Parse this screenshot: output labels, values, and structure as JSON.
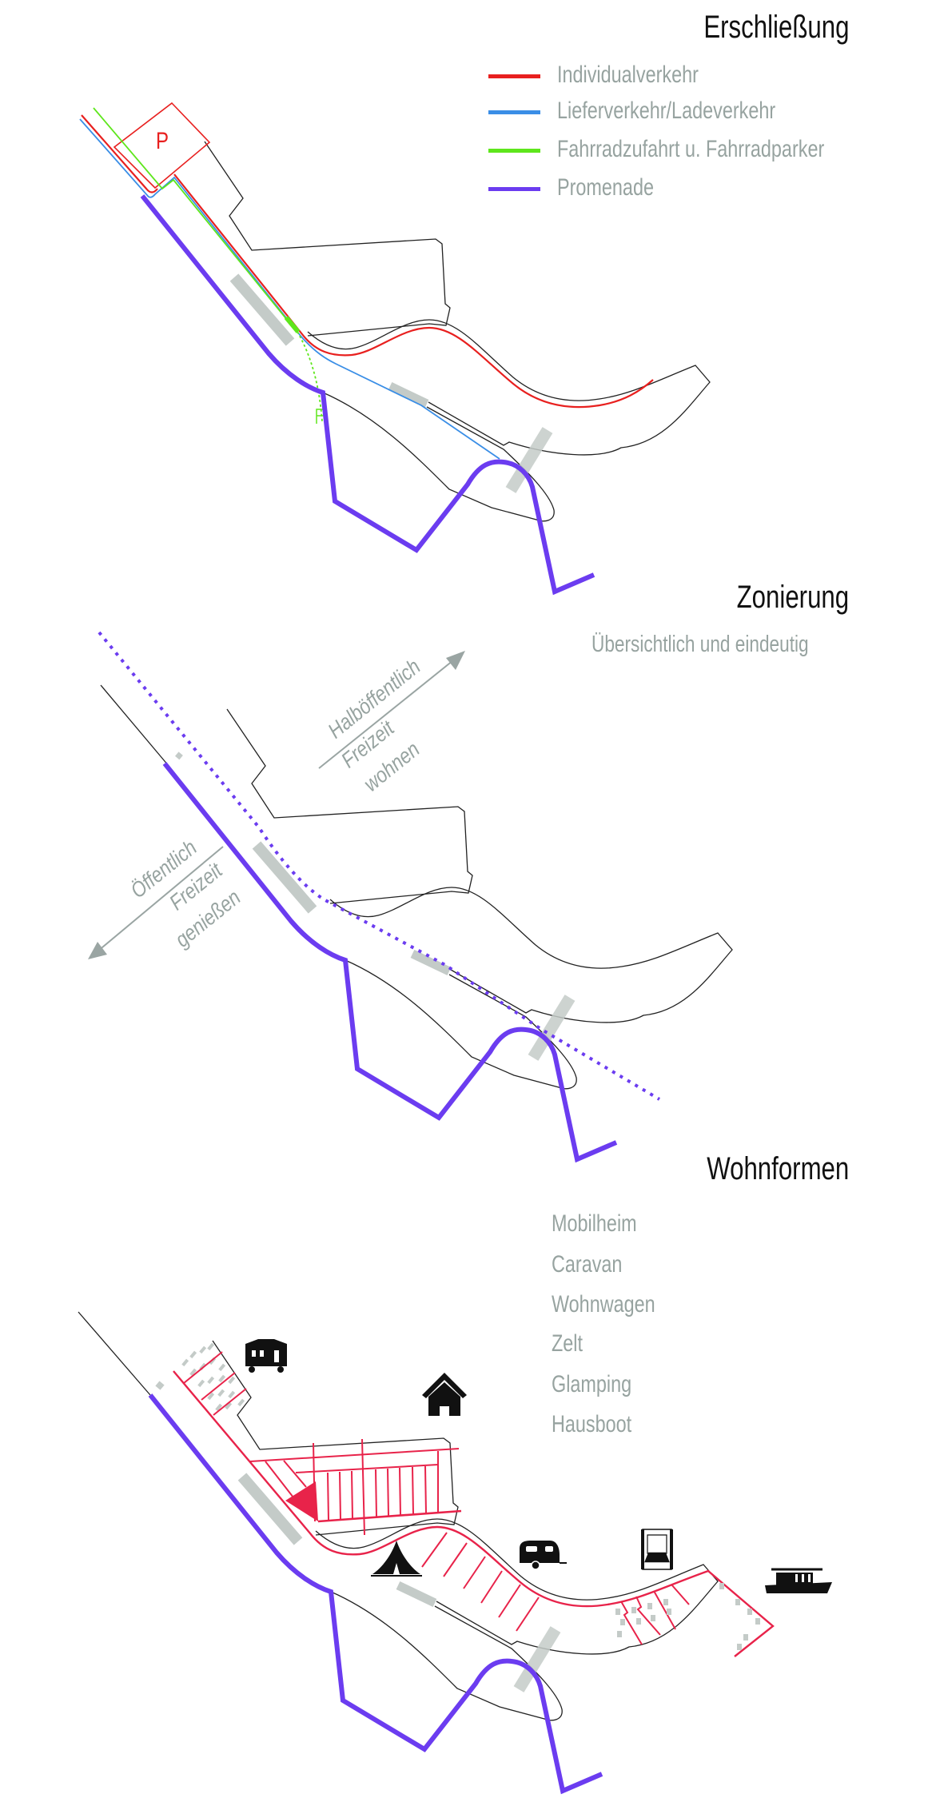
{
  "sections": {
    "erschliessung": {
      "title": "Erschließung",
      "legend": [
        {
          "label": "Individualverkehr",
          "color": "#e8201f"
        },
        {
          "label": "Lieferverkehr/Ladeverkehr",
          "color": "#3a8ee6"
        },
        {
          "label": "Fahrradzufahrt u. Fahrradparker",
          "color": "#5ee61c"
        },
        {
          "label": "Promenade",
          "color": "#6b3cf0"
        }
      ],
      "parking_label": "P"
    },
    "zonierung": {
      "title": "Zonierung",
      "subtitle": "Übersichtlich und eindeutig",
      "semi_public": {
        "line1": "Halböffentlich",
        "line2": "Freizeit",
        "line3": "wohnen"
      },
      "public": {
        "line1": "Öffentlich",
        "line2": "Freizeit",
        "line3": "genießen"
      }
    },
    "wohnformen": {
      "title": "Wohnformen",
      "items": [
        "Mobilheim",
        "Caravan",
        "Wohnwagen",
        "Zelt",
        "Glamping",
        "Hausboot"
      ]
    }
  },
  "colors": {
    "road": "#e8201f",
    "delivery": "#3a8ee6",
    "bike": "#5ee61c",
    "promenade": "#6b3cf0",
    "zones": "#e8234a",
    "bridge": "#c4cbc8",
    "label": "#97a3a0"
  }
}
